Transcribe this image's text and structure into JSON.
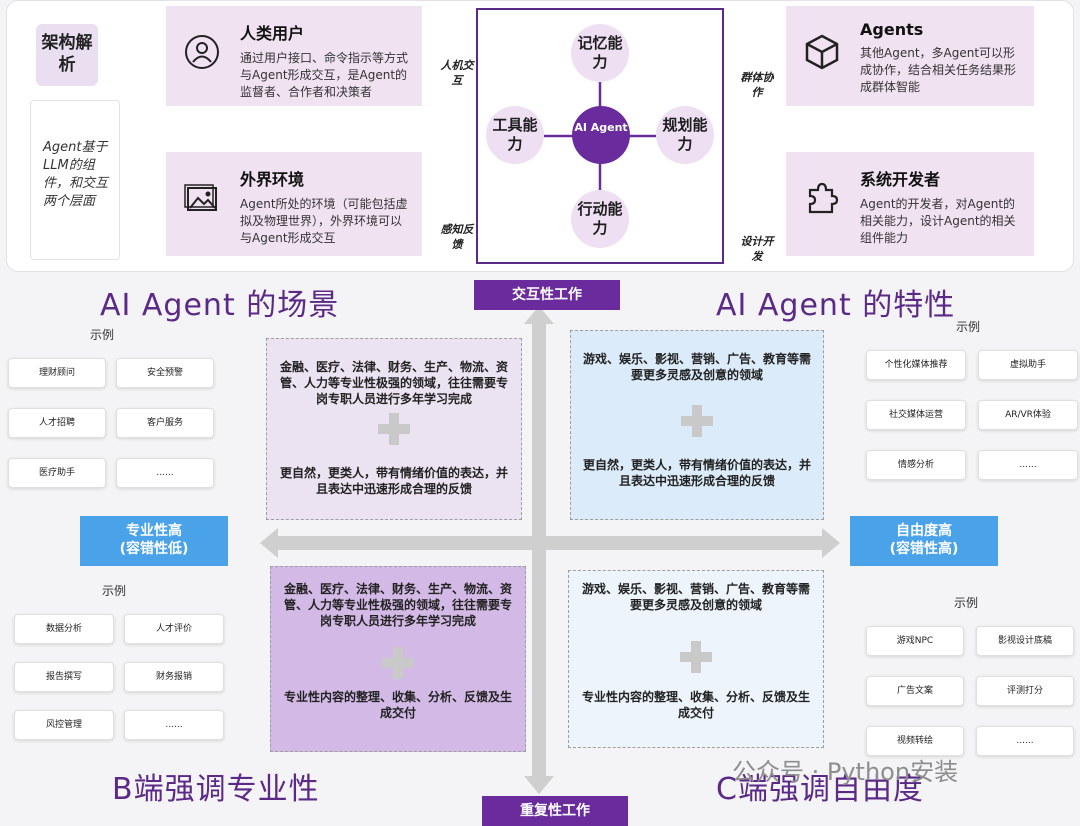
{
  "arch": {
    "tag": "架构解析",
    "note": "Agent基于LLM的组件，和交互两个层面",
    "human": {
      "title": "人类用户",
      "desc": "通过用户接口、命令指示等方式与Agent形成交互，是Agent的监督者、合作者和决策者"
    },
    "env": {
      "title": "外界环境",
      "desc": "Agent所处的环境（可能包括虚拟及物理世界），外界环境可以与Agent形成交互"
    },
    "agents": {
      "title": "Agents",
      "desc": "其他Agent，多Agent可以形成协作，结合相关任务结果形成群体智能"
    },
    "dev": {
      "title": "系统开发者",
      "desc": "Agent的开发者，对Agent的相关能力，设计Agent的相关组件能力"
    },
    "labels": {
      "hci": "人机交互",
      "perceive": "感知反馈",
      "group": "群体协作",
      "design": "设计开发"
    },
    "core": {
      "memory": "记忆能力",
      "tools": "工具能力",
      "plan": "规划能力",
      "action": "行动能力",
      "center": "AI Agent"
    }
  },
  "titles": {
    "scene": "AI Agent 的场景",
    "feature": "AI Agent 的特性",
    "b_side": "B端强调专业性",
    "c_side": "C端强调自由度"
  },
  "axes": {
    "top": "交互性工作",
    "bottom": "重复性工作",
    "left": "专业性高\n(容错性低)",
    "right": "自由度高\n(容错性高)"
  },
  "quadrants": {
    "tl": {
      "t1": "金融、医疗、法律、财务、生产、物流、资管、人力等专业性极强的领域，往往需要专岗专职人员进行多年学习完成",
      "t2": "更自然，更类人，带有情绪价值的表达，并且表达中迅速形成合理的反馈",
      "color": "#ece3f2"
    },
    "tr": {
      "t1": "游戏、娱乐、影视、营销、广告、教育等需要更多灵感及创意的领域",
      "t2": "更自然，更类人，带有情绪价值的表达，并且表达中迅速形成合理的反馈",
      "color": "#dcebfa"
    },
    "bl": {
      "t1": "金融、医疗、法律、财务、生产、物流、资管、人力等专业性极强的领域，往往需要专岗专职人员进行多年学习完成",
      "t2": "专业性内容的整理、收集、分析、反馈及生成交付",
      "color": "#d2b9e6"
    },
    "br": {
      "t1": "游戏、娱乐、影视、营销、广告、教育等需要更多灵感及创意的领域",
      "t2": "专业性内容的整理、收集、分析、反馈及生成交付",
      "color": "#edf4fc"
    }
  },
  "examples": {
    "label": "示例",
    "tl": [
      "理财顾问",
      "安全预警",
      "人才招聘",
      "客户服务",
      "医疗助手",
      "......"
    ],
    "tr": [
      "个性化媒体推荐",
      "虚拟助手",
      "社交媒体运营",
      "AR/VR体验",
      "情感分析",
      "......"
    ],
    "bl": [
      "数据分析",
      "人才评价",
      "报告撰写",
      "财务报销",
      "风控管理",
      "......"
    ],
    "br": [
      "游戏NPC",
      "影视设计底稿",
      "广告文案",
      "评测打分",
      "视频转绘",
      "......"
    ]
  },
  "watermark": "公众号 · Python安装"
}
